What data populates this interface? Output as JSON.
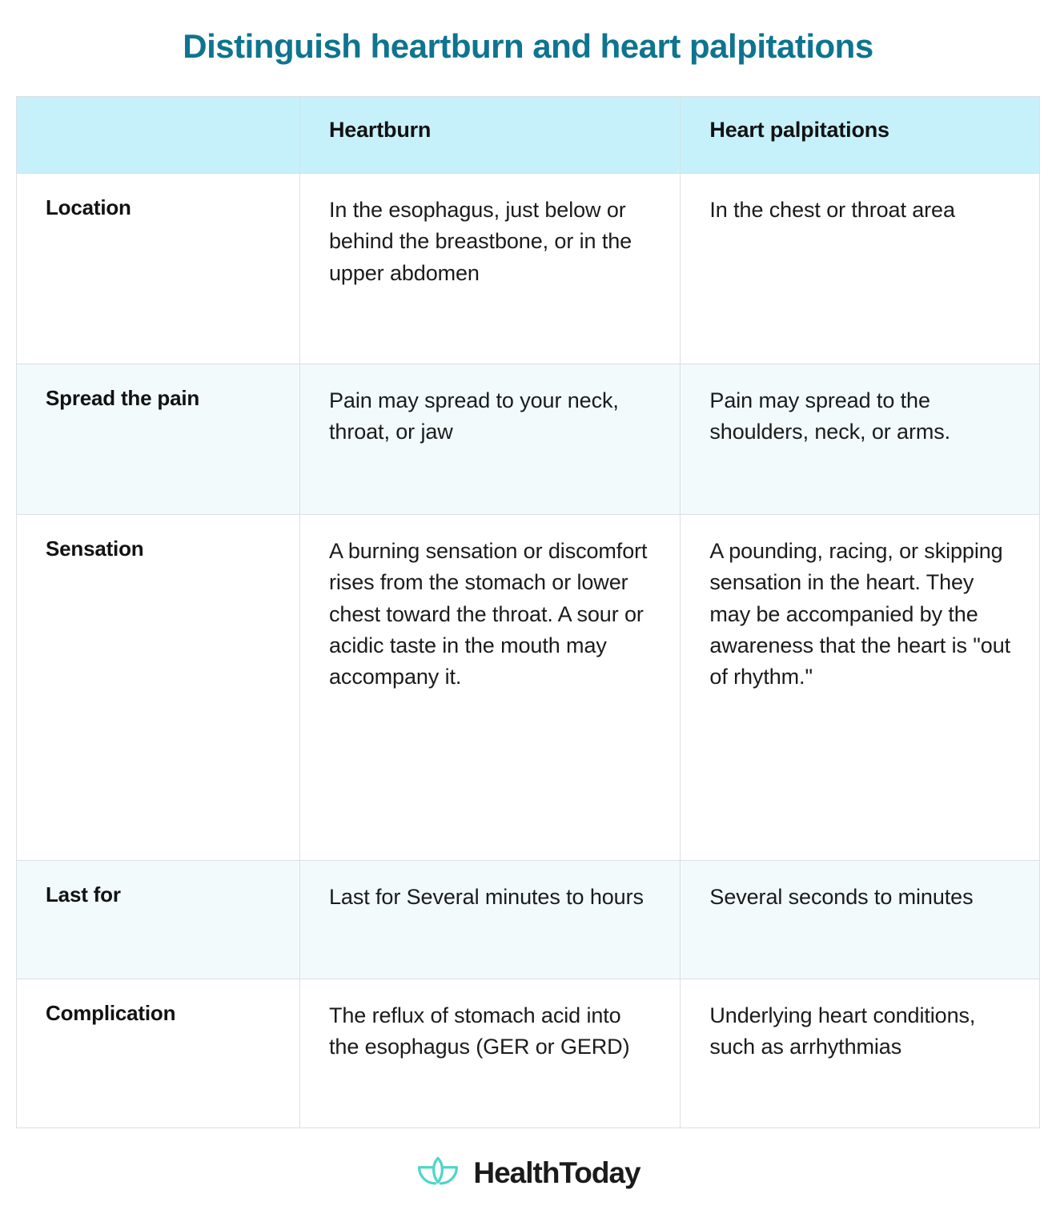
{
  "page": {
    "title": "Distinguish heartburn and heart palpitations",
    "accent_color": "#0e7490",
    "header_bg": "#c6f1fb",
    "alt_row_bg": "#f2fafc",
    "border_color": "#dcdfe2",
    "logo_color": "#4ed6c8"
  },
  "table": {
    "columns": [
      {
        "key": "label",
        "label": ""
      },
      {
        "key": "heartburn",
        "label": "Heartburn"
      },
      {
        "key": "palpitations",
        "label": "Heart palpitations"
      }
    ],
    "rows": [
      {
        "label": "Location",
        "heartburn": "In the esophagus, just below or behind the breastbone, or in the upper abdomen",
        "palpitations": "In the chest or throat area"
      },
      {
        "label": "Spread the pain",
        "heartburn": "Pain may spread to your neck, throat, or jaw",
        "palpitations": "Pain may spread to the shoulders, neck, or arms."
      },
      {
        "label": "Sensation",
        "heartburn": "A burning sensation or discomfort rises from the stomach or lower chest toward the throat. A sour or acidic taste in the mouth may accompany it.",
        "palpitations": "A pounding, racing, or skipping sensation in the heart. They may be accompanied by the awareness that the heart is \"out of rhythm.\""
      },
      {
        "label": "Last for",
        "heartburn": "Last for Several minutes to hours",
        "palpitations": "Several seconds to minutes"
      },
      {
        "label": "Complication",
        "heartburn": "The reflux of stomach acid into the esophagus (GER or GERD)",
        "palpitations": "Underlying heart conditions, such as arrhythmias"
      }
    ]
  },
  "footer": {
    "brand": "HealthToday",
    "logo_icon": "lotus-icon"
  }
}
